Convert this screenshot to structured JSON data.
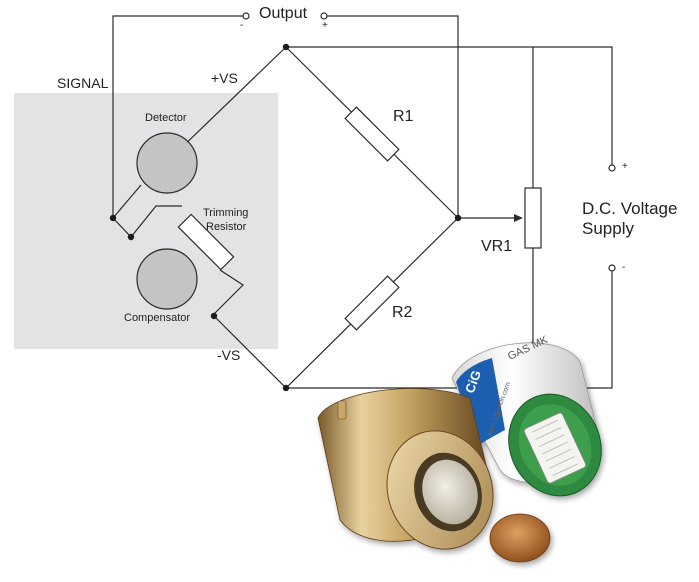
{
  "labels": {
    "output": "Output",
    "output_minus": "-",
    "output_plus": "+",
    "signal": "SIGNAL",
    "plus_vs": "+VS",
    "minus_vs": "-VS",
    "detector": "Detector",
    "trimming_resistor_line1": "Trimming",
    "trimming_resistor_line2": "Resistor",
    "compensator": "Compensator",
    "r1": "R1",
    "r2": "R2",
    "vr1": "VR1",
    "supply_line1": "D.C. Voltage",
    "supply_line2": "Supply",
    "supply_plus": "+",
    "supply_minus": "-"
  },
  "sensor_product": {
    "label_text": "GAS MK",
    "logo_text": "CiG",
    "website_text": "www.cfg-mbh.com"
  },
  "colors": {
    "wire": "#2b2b2b",
    "panel": "#e3e3e5",
    "element_fill": "#c4c4c4",
    "brass": "#b8955a",
    "pcb_green": "#2f8a3f",
    "logo_blue": "#1f5fb0",
    "sinter_copper": "#b06a30"
  }
}
